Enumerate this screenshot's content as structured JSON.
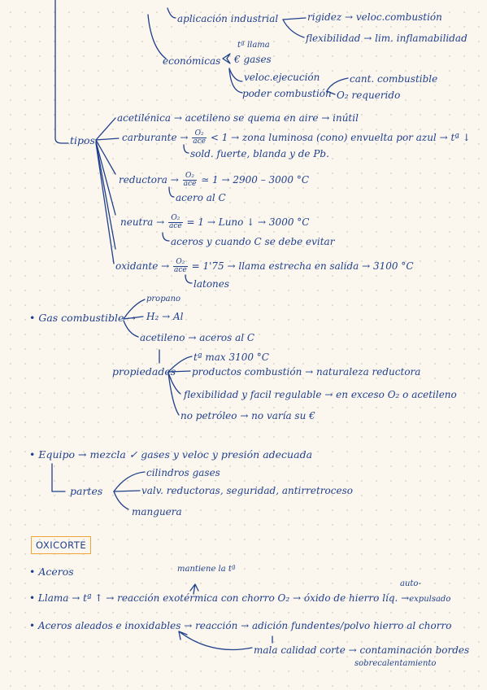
{
  "top": {
    "industrial": "aplicación industrial",
    "rigidez": "rigidez → veloc.combustión",
    "flexibilidad": "flexibilidad → lim. inflamabilidad",
    "tllama": "tª llama",
    "economicas": "económicas",
    "egases": "€ gases",
    "velocej": "veloc.ejecución",
    "poder": "poder combustión",
    "cantcomb": "cant. combustible",
    "o2req": "O₂ requerido"
  },
  "tipos": {
    "label": "tipos",
    "acetilenica": "acetilénica → acetileno se quema en aire → inútil",
    "carburante_a": "carburante →",
    "carburante_f": [
      "O₂",
      "ace"
    ],
    "carburante_b": "< 1 → zona luminosa (cono) envuelta por azul → tª ↓",
    "soldadura": "sold. fuerte, blanda y de Pb.",
    "reductora_a": "reductora →",
    "reductora_f": [
      "O₂",
      "ace"
    ],
    "reductora_b": "≃ 1 → 2900 – 3000 °C",
    "reductora_c": "acero al C",
    "neutra_a": "neutra →",
    "neutra_f": [
      "O₂",
      "ace"
    ],
    "neutra_b": "= 1 → Luno ↓ → 3000 °C",
    "neutra_c": "aceros y cuando C se debe evitar",
    "oxidante_a": "oxidante →",
    "oxidante_f": [
      "O₂",
      "ace"
    ],
    "oxidante_b": "= 1'75 → llama estrecha en salida → 3100 °C",
    "oxidante_c": "latones"
  },
  "gas": {
    "label": "Gas combustible",
    "propano": "propano",
    "h2": "H₂ → Al",
    "acetileno": "acetileno → aceros al C",
    "propiedades": "propiedades",
    "tmax": "tª max 3100 °C",
    "productos": "productos combustión → naturaleza reductora",
    "flexibilidad": "flexibilidad y facil regulable → en exceso O₂ o acetileno",
    "petroleo": "no petróleo → no varía su €"
  },
  "equipo": {
    "line": "Equipo → mezcla ✓ gases y veloc y presión adecuada",
    "partes": "partes",
    "cilindros": "cilindros gases",
    "valv": "valv. reductoras, seguridad, antirretroceso",
    "manguera": "manguera"
  },
  "oxicorte": {
    "title": "OXICORTE",
    "aceros": "Aceros",
    "mantiene": "mantiene la tª",
    "llama": "Llama → tª ↑ → reacción exotérmica con chorro O₂ → óxido de hierro líq. →",
    "auto": "auto-",
    "expulsado": "expulsado",
    "aceros2": "Aceros aleados e inoxidables → reacción → adición fundentes/polvo hierro al chorro",
    "mala": "mala calidad corte → contaminación bordes",
    "sobre": "sobrecalentamiento"
  },
  "colors": {
    "ink": "#1f3f8c",
    "box": "#f0a437",
    "paper": "#fbf7ee"
  }
}
